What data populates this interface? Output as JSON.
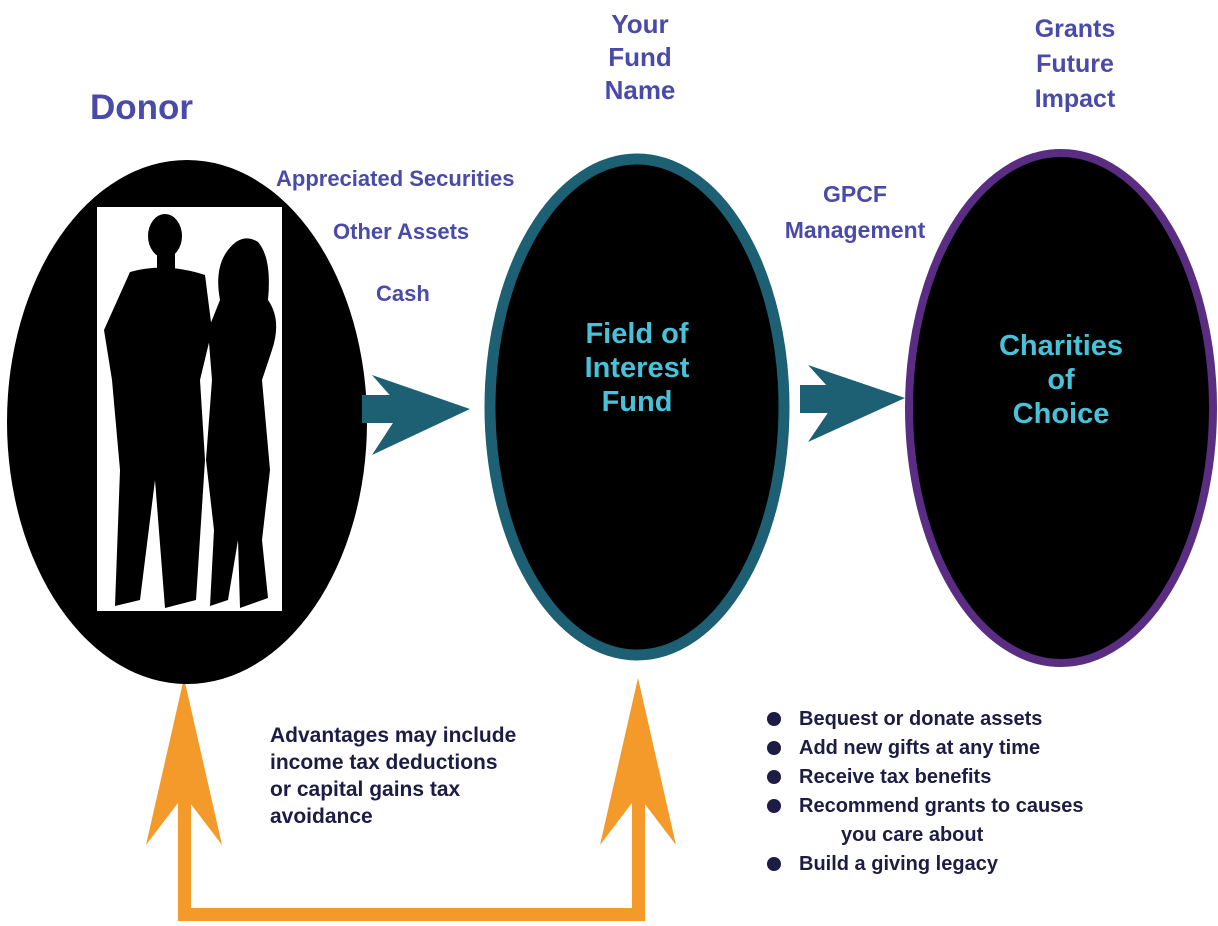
{
  "donor": {
    "title": "Donor"
  },
  "fund": {
    "title_lines": [
      "Your",
      "Fund",
      "Name"
    ],
    "label_lines": [
      "Field of",
      "Interest",
      "Fund"
    ]
  },
  "grants": {
    "title_lines": [
      "Grants",
      "Future",
      "Impact"
    ],
    "label_lines": [
      "Charities",
      "of",
      "Choice"
    ]
  },
  "flow_inputs": [
    "Appreciated Securities",
    "Other Assets",
    "Cash"
  ],
  "management_lines": [
    "GPCF",
    "Management"
  ],
  "advantages_lines": [
    "Advantages may include",
    "income tax deductions",
    "or capital gains tax",
    "avoidance"
  ],
  "benefits": [
    "Bequest or donate assets",
    "Add new gifts at any time",
    "Receive tax benefits",
    "Recommend grants to causes",
    "you care about",
    "Build a giving legacy"
  ],
  "colors": {
    "title_text": "#4a4aa8",
    "fund_label": "#48c2d8",
    "fund_border": "#1d5f73",
    "charities_border": "#5a2d82",
    "flow_arrow": "#1d5f73",
    "feedback_arrow": "#f39a2b",
    "body_text": "#1c1c44"
  }
}
